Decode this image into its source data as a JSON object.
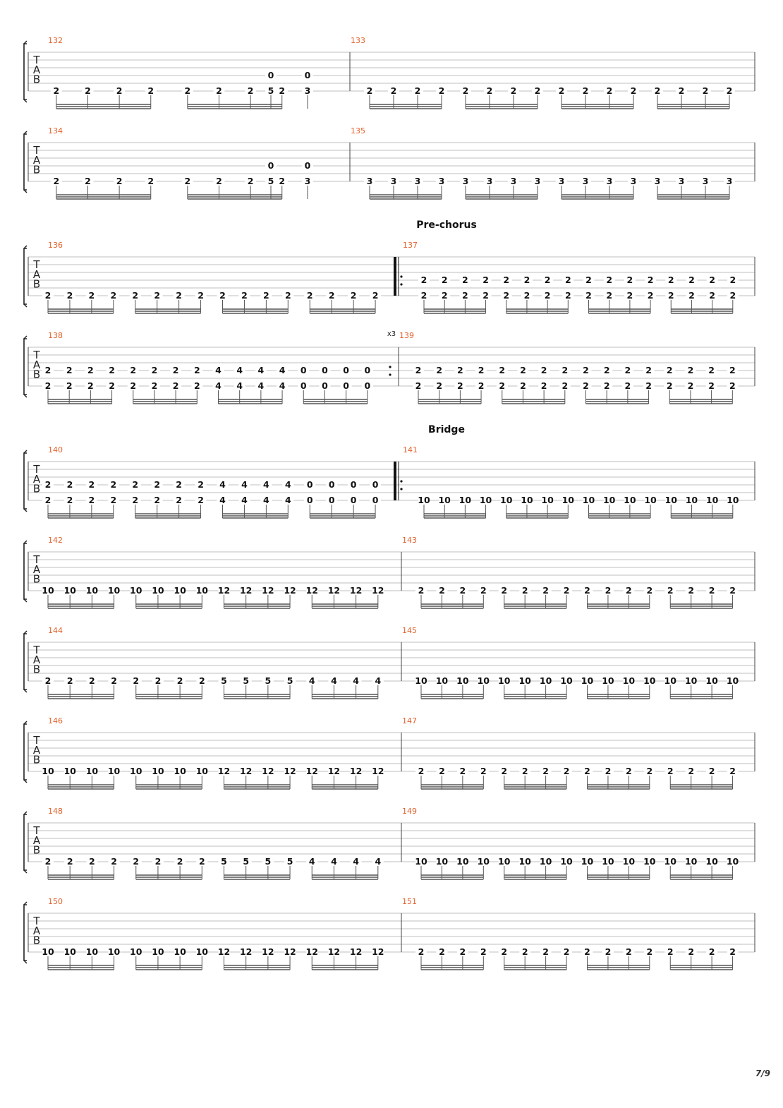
{
  "page_number": "7/9",
  "tab_letters": [
    "T",
    "A",
    "B"
  ],
  "systems": [
    {
      "measures": [
        {
          "number": "132",
          "events": [
            [
              "2"
            ],
            [
              "2"
            ],
            [
              "2"
            ],
            [
              "2"
            ],
            [
              "2"
            ],
            [
              "2"
            ],
            [
              "2"
            ],
            [
              "2"
            ],
            [
              "5",
              "0"
            ],
            [
              "3",
              "0"
            ]
          ],
          "pattern": "split"
        },
        {
          "number": "133",
          "events": [
            [
              "2"
            ],
            [
              "2"
            ],
            [
              "2"
            ],
            [
              "2"
            ],
            [
              "2"
            ],
            [
              "2"
            ],
            [
              "2"
            ],
            [
              "2"
            ],
            [
              "2"
            ],
            [
              "2"
            ],
            [
              "2"
            ],
            [
              "2"
            ],
            [
              "2"
            ],
            [
              "2"
            ],
            [
              "2"
            ],
            [
              "2"
            ]
          ]
        }
      ]
    },
    {
      "measures": [
        {
          "number": "134",
          "events": [
            [
              "2"
            ],
            [
              "2"
            ],
            [
              "2"
            ],
            [
              "2"
            ],
            [
              "2"
            ],
            [
              "2"
            ],
            [
              "2"
            ],
            [
              "2"
            ],
            [
              "5",
              "0"
            ],
            [
              "3",
              "0"
            ]
          ],
          "pattern": "split"
        },
        {
          "number": "135",
          "events": [
            [
              "3"
            ],
            [
              "3"
            ],
            [
              "3"
            ],
            [
              "3"
            ],
            [
              "3"
            ],
            [
              "3"
            ],
            [
              "3"
            ],
            [
              "3"
            ],
            [
              "3"
            ],
            [
              "3"
            ],
            [
              "3"
            ],
            [
              "3"
            ],
            [
              "3"
            ],
            [
              "3"
            ],
            [
              "3"
            ],
            [
              "3"
            ]
          ]
        }
      ]
    },
    {
      "section": "Pre-chorus",
      "measures": [
        {
          "number": "136",
          "events": [
            [
              "2"
            ],
            [
              "2"
            ],
            [
              "2"
            ],
            [
              "2"
            ],
            [
              "2"
            ],
            [
              "2"
            ],
            [
              "2"
            ],
            [
              "2"
            ],
            [
              "2"
            ],
            [
              "2"
            ],
            [
              "2"
            ],
            [
              "2"
            ],
            [
              "2"
            ],
            [
              "2"
            ],
            [
              "2"
            ],
            [
              "2"
            ]
          ]
        },
        {
          "number": "137",
          "repeat_start": true,
          "events": [
            [
              "2",
              "2"
            ],
            [
              "2",
              "2"
            ],
            [
              "2",
              "2"
            ],
            [
              "2",
              "2"
            ],
            [
              "2",
              "2"
            ],
            [
              "2",
              "2"
            ],
            [
              "2",
              "2"
            ],
            [
              "2",
              "2"
            ],
            [
              "2",
              "2"
            ],
            [
              "2",
              "2"
            ],
            [
              "2",
              "2"
            ],
            [
              "2",
              "2"
            ],
            [
              "2",
              "2"
            ],
            [
              "2",
              "2"
            ],
            [
              "2",
              "2"
            ],
            [
              "2",
              "2"
            ]
          ]
        }
      ]
    },
    {
      "measures": [
        {
          "number": "138",
          "repeat_end": true,
          "repeat_count": "x3",
          "events": [
            [
              "2",
              "2"
            ],
            [
              "2",
              "2"
            ],
            [
              "2",
              "2"
            ],
            [
              "2",
              "2"
            ],
            [
              "2",
              "2"
            ],
            [
              "2",
              "2"
            ],
            [
              "2",
              "2"
            ],
            [
              "2",
              "2"
            ],
            [
              "4",
              "4"
            ],
            [
              "4",
              "4"
            ],
            [
              "4",
              "4"
            ],
            [
              "4",
              "4"
            ],
            [
              "0",
              "0"
            ],
            [
              "0",
              "0"
            ],
            [
              "0",
              "0"
            ],
            [
              "0",
              "0"
            ]
          ]
        },
        {
          "number": "139",
          "events": [
            [
              "2",
              "2"
            ],
            [
              "2",
              "2"
            ],
            [
              "2",
              "2"
            ],
            [
              "2",
              "2"
            ],
            [
              "2",
              "2"
            ],
            [
              "2",
              "2"
            ],
            [
              "2",
              "2"
            ],
            [
              "2",
              "2"
            ],
            [
              "2",
              "2"
            ],
            [
              "2",
              "2"
            ],
            [
              "2",
              "2"
            ],
            [
              "2",
              "2"
            ],
            [
              "2",
              "2"
            ],
            [
              "2",
              "2"
            ],
            [
              "2",
              "2"
            ],
            [
              "2",
              "2"
            ]
          ]
        }
      ]
    },
    {
      "section": "Bridge",
      "measures": [
        {
          "number": "140",
          "events": [
            [
              "2",
              "2"
            ],
            [
              "2",
              "2"
            ],
            [
              "2",
              "2"
            ],
            [
              "2",
              "2"
            ],
            [
              "2",
              "2"
            ],
            [
              "2",
              "2"
            ],
            [
              "2",
              "2"
            ],
            [
              "2",
              "2"
            ],
            [
              "4",
              "4"
            ],
            [
              "4",
              "4"
            ],
            [
              "4",
              "4"
            ],
            [
              "4",
              "4"
            ],
            [
              "0",
              "0"
            ],
            [
              "0",
              "0"
            ],
            [
              "0",
              "0"
            ],
            [
              "0",
              "0"
            ]
          ]
        },
        {
          "number": "141",
          "repeat_start": true,
          "events": [
            [
              "10"
            ],
            [
              "10"
            ],
            [
              "10"
            ],
            [
              "10"
            ],
            [
              "10"
            ],
            [
              "10"
            ],
            [
              "10"
            ],
            [
              "10"
            ],
            [
              "10"
            ],
            [
              "10"
            ],
            [
              "10"
            ],
            [
              "10"
            ],
            [
              "10"
            ],
            [
              "10"
            ],
            [
              "10"
            ],
            [
              "10"
            ]
          ]
        }
      ]
    },
    {
      "measures": [
        {
          "number": "142",
          "events": [
            [
              "10"
            ],
            [
              "10"
            ],
            [
              "10"
            ],
            [
              "10"
            ],
            [
              "10"
            ],
            [
              "10"
            ],
            [
              "10"
            ],
            [
              "10"
            ],
            [
              "12"
            ],
            [
              "12"
            ],
            [
              "12"
            ],
            [
              "12"
            ],
            [
              "12"
            ],
            [
              "12"
            ],
            [
              "12"
            ],
            [
              "12"
            ]
          ]
        },
        {
          "number": "143",
          "events": [
            [
              "2"
            ],
            [
              "2"
            ],
            [
              "2"
            ],
            [
              "2"
            ],
            [
              "2"
            ],
            [
              "2"
            ],
            [
              "2"
            ],
            [
              "2"
            ],
            [
              "2"
            ],
            [
              "2"
            ],
            [
              "2"
            ],
            [
              "2"
            ],
            [
              "2"
            ],
            [
              "2"
            ],
            [
              "2"
            ],
            [
              "2"
            ]
          ]
        }
      ]
    },
    {
      "measures": [
        {
          "number": "144",
          "events": [
            [
              "2"
            ],
            [
              "2"
            ],
            [
              "2"
            ],
            [
              "2"
            ],
            [
              "2"
            ],
            [
              "2"
            ],
            [
              "2"
            ],
            [
              "2"
            ],
            [
              "5"
            ],
            [
              "5"
            ],
            [
              "5"
            ],
            [
              "5"
            ],
            [
              "4"
            ],
            [
              "4"
            ],
            [
              "4"
            ],
            [
              "4"
            ]
          ]
        },
        {
          "number": "145",
          "events": [
            [
              "10"
            ],
            [
              "10"
            ],
            [
              "10"
            ],
            [
              "10"
            ],
            [
              "10"
            ],
            [
              "10"
            ],
            [
              "10"
            ],
            [
              "10"
            ],
            [
              "10"
            ],
            [
              "10"
            ],
            [
              "10"
            ],
            [
              "10"
            ],
            [
              "10"
            ],
            [
              "10"
            ],
            [
              "10"
            ],
            [
              "10"
            ]
          ]
        }
      ]
    },
    {
      "measures": [
        {
          "number": "146",
          "events": [
            [
              "10"
            ],
            [
              "10"
            ],
            [
              "10"
            ],
            [
              "10"
            ],
            [
              "10"
            ],
            [
              "10"
            ],
            [
              "10"
            ],
            [
              "10"
            ],
            [
              "12"
            ],
            [
              "12"
            ],
            [
              "12"
            ],
            [
              "12"
            ],
            [
              "12"
            ],
            [
              "12"
            ],
            [
              "12"
            ],
            [
              "12"
            ]
          ]
        },
        {
          "number": "147",
          "events": [
            [
              "2"
            ],
            [
              "2"
            ],
            [
              "2"
            ],
            [
              "2"
            ],
            [
              "2"
            ],
            [
              "2"
            ],
            [
              "2"
            ],
            [
              "2"
            ],
            [
              "2"
            ],
            [
              "2"
            ],
            [
              "2"
            ],
            [
              "2"
            ],
            [
              "2"
            ],
            [
              "2"
            ],
            [
              "2"
            ],
            [
              "2"
            ]
          ]
        }
      ]
    },
    {
      "measures": [
        {
          "number": "148",
          "events": [
            [
              "2"
            ],
            [
              "2"
            ],
            [
              "2"
            ],
            [
              "2"
            ],
            [
              "2"
            ],
            [
              "2"
            ],
            [
              "2"
            ],
            [
              "2"
            ],
            [
              "5"
            ],
            [
              "5"
            ],
            [
              "5"
            ],
            [
              "5"
            ],
            [
              "4"
            ],
            [
              "4"
            ],
            [
              "4"
            ],
            [
              "4"
            ]
          ]
        },
        {
          "number": "149",
          "events": [
            [
              "10"
            ],
            [
              "10"
            ],
            [
              "10"
            ],
            [
              "10"
            ],
            [
              "10"
            ],
            [
              "10"
            ],
            [
              "10"
            ],
            [
              "10"
            ],
            [
              "10"
            ],
            [
              "10"
            ],
            [
              "10"
            ],
            [
              "10"
            ],
            [
              "10"
            ],
            [
              "10"
            ],
            [
              "10"
            ],
            [
              "10"
            ]
          ]
        }
      ]
    },
    {
      "measures": [
        {
          "number": "150",
          "events": [
            [
              "10"
            ],
            [
              "10"
            ],
            [
              "10"
            ],
            [
              "10"
            ],
            [
              "10"
            ],
            [
              "10"
            ],
            [
              "10"
            ],
            [
              "10"
            ],
            [
              "12"
            ],
            [
              "12"
            ],
            [
              "12"
            ],
            [
              "12"
            ],
            [
              "12"
            ],
            [
              "12"
            ],
            [
              "12"
            ],
            [
              "12"
            ]
          ]
        },
        {
          "number": "151",
          "events": [
            [
              "2"
            ],
            [
              "2"
            ],
            [
              "2"
            ],
            [
              "2"
            ],
            [
              "2"
            ],
            [
              "2"
            ],
            [
              "2"
            ],
            [
              "2"
            ],
            [
              "2"
            ],
            [
              "2"
            ],
            [
              "2"
            ],
            [
              "2"
            ],
            [
              "2"
            ],
            [
              "2"
            ],
            [
              "2"
            ],
            [
              "2"
            ]
          ]
        }
      ]
    }
  ]
}
